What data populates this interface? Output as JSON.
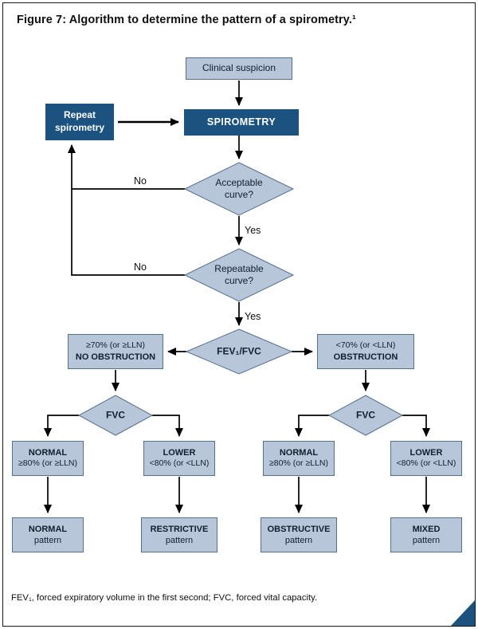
{
  "title": "Figure 7: Algorithm to determine the pattern of a spirometry.¹",
  "footer": "FEV₁, forced expiratory volume in the first second; FVC, forced vital capacity.",
  "colors": {
    "dark_blue": "#1b5280",
    "light_blue": "#b7c6d9",
    "outline": "#54708e"
  },
  "nodes": {
    "clinical_suspicion": "Clinical suspicion",
    "spirometry": "SPIROMETRY",
    "repeat_spirometry": "Repeat spirometry",
    "acceptable_curve": {
      "line1": "Acceptable",
      "line2": "curve?"
    },
    "repeatable_curve": {
      "line1": "Repeatable",
      "line2": "curve?"
    },
    "fev1_fvc": "FEV₁/FVC",
    "no_obstruction": {
      "line1": "≥70% (or ≥LLN)",
      "line2": "NO OBSTRUCTION"
    },
    "obstruction": {
      "line1": "<70% (or <LLN)",
      "line2": "OBSTRUCTION"
    },
    "fvc_left": "FVC",
    "fvc_right": "FVC",
    "normal_left": {
      "line1": "NORMAL",
      "line2": "≥80% (or ≥LLN)"
    },
    "lower_left": {
      "line1": "LOWER",
      "line2": "<80% (or <LLN)"
    },
    "normal_right": {
      "line1": "NORMAL",
      "line2": "≥80% (or ≥LLN)"
    },
    "lower_right": {
      "line1": "LOWER",
      "line2": "<80% (or <LLN)"
    },
    "normal_pattern": {
      "line1": "NORMAL",
      "line2": "pattern"
    },
    "restrictive_pattern": {
      "line1": "RESTRICTIVE",
      "line2": "pattern"
    },
    "obstructive_pattern": {
      "line1": "OBSTRUCTIVE",
      "line2": "pattern"
    },
    "mixed_pattern": {
      "line1": "MIXED",
      "line2": "pattern"
    }
  },
  "labels": {
    "no_acceptable": "No",
    "yes_acceptable": "Yes",
    "no_repeatable": "No",
    "yes_repeatable": "Yes"
  }
}
